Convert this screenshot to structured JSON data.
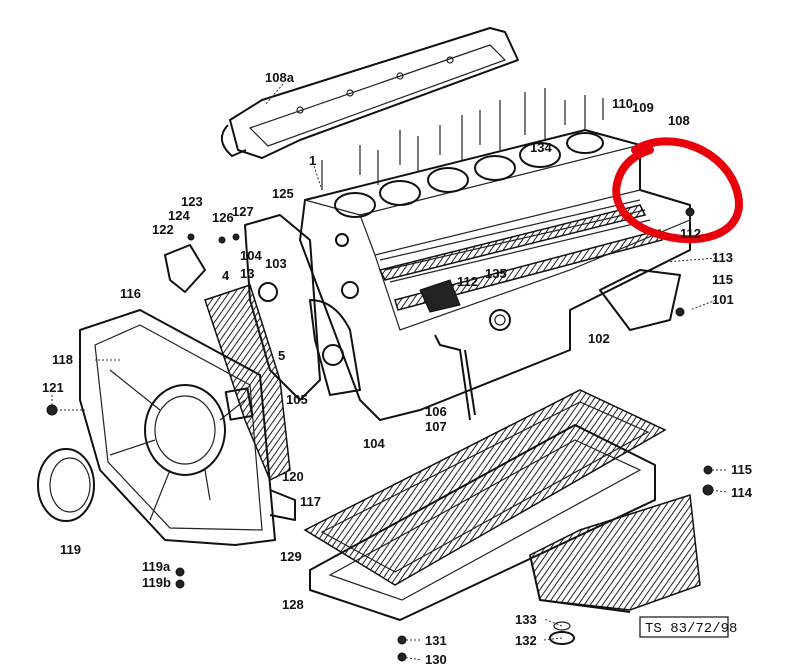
{
  "labels": {
    "l108a": "108a",
    "l1": "1",
    "l110": "110",
    "l109": "109",
    "l108": "108",
    "l134": "134",
    "l112a": "112",
    "l113": "113",
    "l115a": "115",
    "l101": "101",
    "l125": "125",
    "l123": "123",
    "l124": "124",
    "l126": "126",
    "l127": "127",
    "l122": "122",
    "l104a": "104",
    "l103": "103",
    "l13": "13",
    "l4": "4",
    "l112b": "112",
    "l135": "135",
    "l102": "102",
    "l116": "116",
    "l118": "118",
    "l121": "121",
    "l5": "5",
    "l105": "105",
    "l106": "106",
    "l107": "107",
    "l104b": "104",
    "l120": "120",
    "l117": "117",
    "l119": "119",
    "l119a": "119a",
    "l119b": "119b",
    "l129": "129",
    "l128": "128",
    "l115b": "115",
    "l114": "114",
    "l133": "133",
    "l132": "132",
    "l131": "131",
    "l130": "130",
    "stamp": "TS 83/72/98"
  },
  "colors": {
    "ink": "#111111",
    "annotation": "#e8000b",
    "paper": "#ffffff"
  }
}
